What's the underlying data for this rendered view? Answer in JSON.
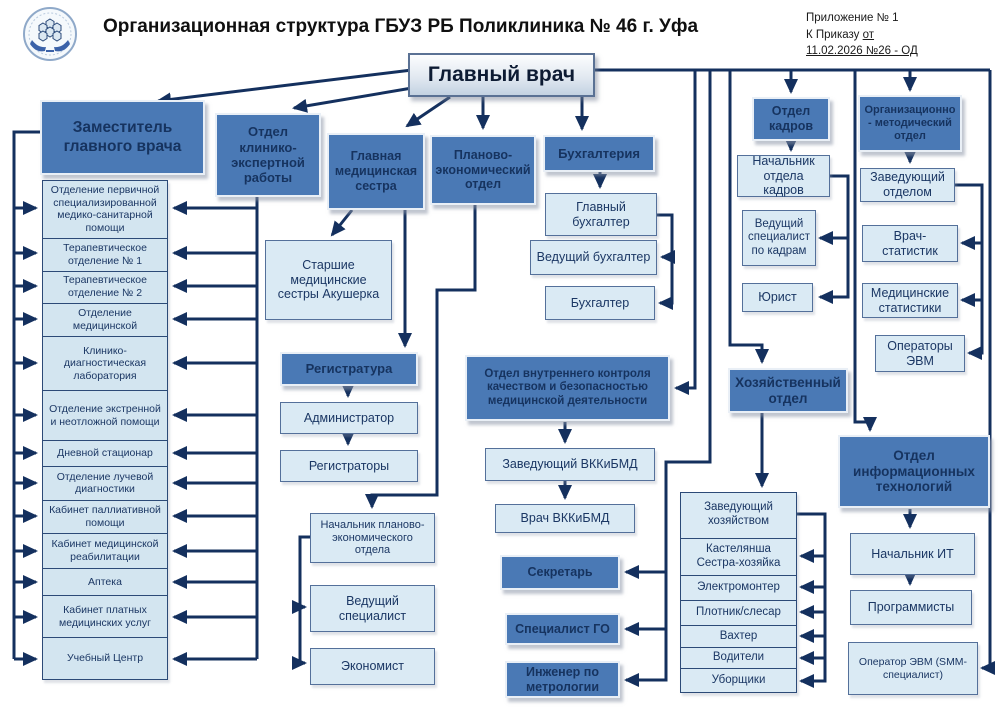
{
  "header": {
    "title": "Организационная структура ГБУЗ РБ Поликлиника № 46 г. Уфа",
    "annotation": {
      "line1": "Приложение № 1",
      "line2a": "К Приказу ",
      "line2b": "от",
      "line3": "11.02.2026    №26 - ОД"
    },
    "logo": "clinic-emblem"
  },
  "colors": {
    "dept_box": "#4a79b5",
    "unit_box": "#daeaf4",
    "stack_box": "#d3e5f0",
    "line": "#14305e",
    "text_navy": "#1b3764",
    "chief_gradient_bottom": "#c3d2e2"
  },
  "org": {
    "chief": "Главный врач",
    "deputy": "Заместитель главного врача",
    "deputy_units": [
      "Отделение первичной специализированной медико-санитарной помощи",
      "Терапевтическое отделение № 1",
      "Терапевтическое отделение № 2",
      "Отделение медицинской",
      "Клинико-диагностическая лаборатория",
      "Отделение экстренной и неотложной помощи",
      "Дневной стационар",
      "Отделение лучевой диагностики",
      "Кабинет паллиативной помощи",
      "Кабинет медицинской реабилитации",
      "Аптека",
      "Кабинет платных медицинских услуг",
      "Учебный Центр"
    ],
    "clinical_expert_dept": "Отдел клинико-экспертной работы",
    "chief_nurse": "Главная медицинская сестра",
    "senior_nurses": "Старшие медицинские сестры Акушерка",
    "registry": "Регистратура",
    "administrator": "Администратор",
    "registrars": "Регистраторы",
    "planning_dept": "Планово-экономический отдел",
    "planning_head": "Начальник планово-экономического отдела",
    "leading_specialist": "Ведущий специалист",
    "economist": "Экономист",
    "accounting_dept": "Бухгалтерия",
    "chief_accountant": "Главный бухгалтер",
    "leading_accountant": "Ведущий бухгалтер",
    "accountant": "Бухгалтер",
    "quality_control_dept": "Отдел внутреннего контроля качеством и безопасностью медицинской деятельности",
    "quality_head": "Заведующий ВККиБМД",
    "quality_doctor": "Врач ВККиБМД",
    "secretary": "Секретарь",
    "civil_defense_specialist": "Специалист ГО",
    "metrology_engineer": "Инженер по метрологии",
    "hr_dept": "Отдел кадров",
    "hr_head": "Начальник отдела кадров",
    "hr_leading_specialist": "Ведущий специалист по кадрам",
    "lawyer": "Юрист",
    "org_method_dept": "Организационно - методический отдел",
    "dept_head": "Заведующий отделом",
    "statistician_doctor": "Врач-статистик",
    "medical_statisticians": "Медицинские статистики",
    "computer_operators": "Операторы ЭВМ",
    "maintenance_dept": "Хозяйственный отдел",
    "maintenance_units": [
      "Заведующий хозяйством",
      "Кастелянша Сестра-хозяйка",
      "Электромонтер",
      "Плотник/слесар",
      "Вахтер",
      "Водители",
      "Уборщики"
    ],
    "it_dept": "Отдел информационных технологий",
    "it_head": "Начальник ИТ",
    "programmers": "Программисты",
    "computer_operator_smm": "Оператор ЭВМ (SMM-специалист)"
  }
}
